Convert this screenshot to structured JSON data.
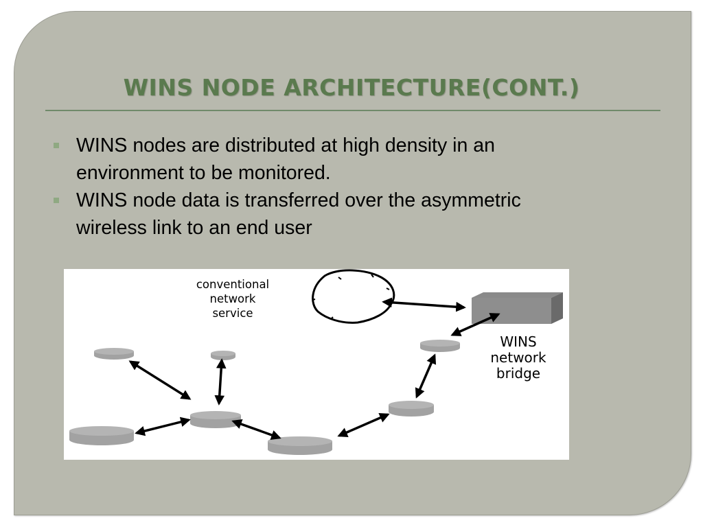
{
  "slide": {
    "title": "WINS NODE ARCHITECTURE(CONT.)",
    "bullets": [
      {
        "line1": "WINS nodes are distributed at high density in an",
        "line2": "environment to be monitored."
      },
      {
        "line1": "WINS node data is transferred over the asymmetric",
        "line2": "wireless link to an end user"
      }
    ]
  },
  "diagram": {
    "cloud_label": [
      "conventional",
      "network",
      "service"
    ],
    "bridge_label": [
      "WINS",
      "network",
      "bridge"
    ],
    "colors": {
      "slide_bg": "#b8b9ae",
      "title": "#5a7a4e",
      "rule": "#6f8a6a",
      "bullet": "#8fa982",
      "node": "#a2a2a2"
    },
    "icons": [
      "bullet-square-icon",
      "cloud-icon",
      "bridge-box-icon",
      "node-disk-icon",
      "double-arrow-icon"
    ]
  }
}
